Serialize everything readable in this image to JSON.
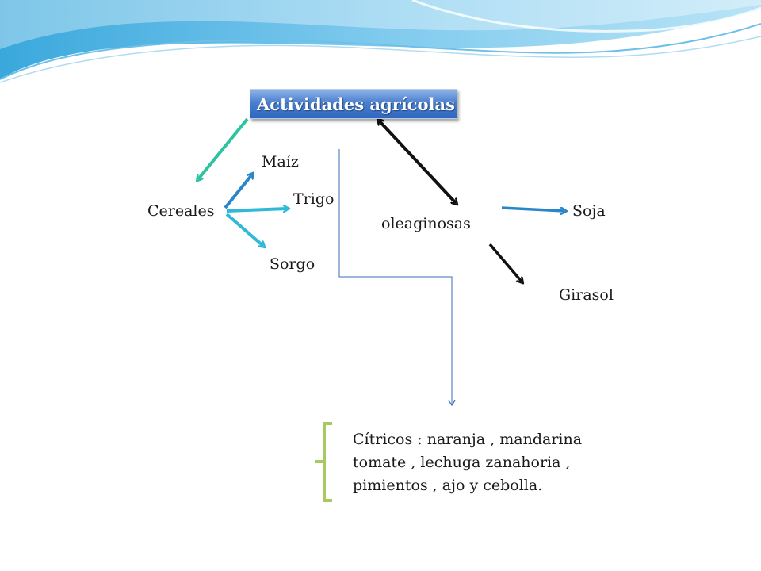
{
  "title": "Actividades agrícolas",
  "nodes": {
    "cereales": "Cereales",
    "maiz": "Maíz",
    "trigo": "Trigo",
    "sorgo": "Sorgo",
    "oleaginosas": "oleaginosas",
    "soja": "Soja",
    "girasol": "Girasol"
  },
  "hortalizas": {
    "lines": [
      "Cítricos : naranja , mandarina",
      "tomate , lechuga zanahoria ,",
      "pimientos , ajo y  cebolla."
    ]
  },
  "colors": {
    "title_fill": "#3a70c8",
    "teal": "#2ec4a0",
    "cyan": "#30b8d8",
    "blue": "#2a86c8",
    "black": "#111111",
    "connector": "#3a6eb8",
    "bracket": "#a8c860",
    "wave_light": "#a8dcf0",
    "wave_dark": "#4ab0e0"
  }
}
